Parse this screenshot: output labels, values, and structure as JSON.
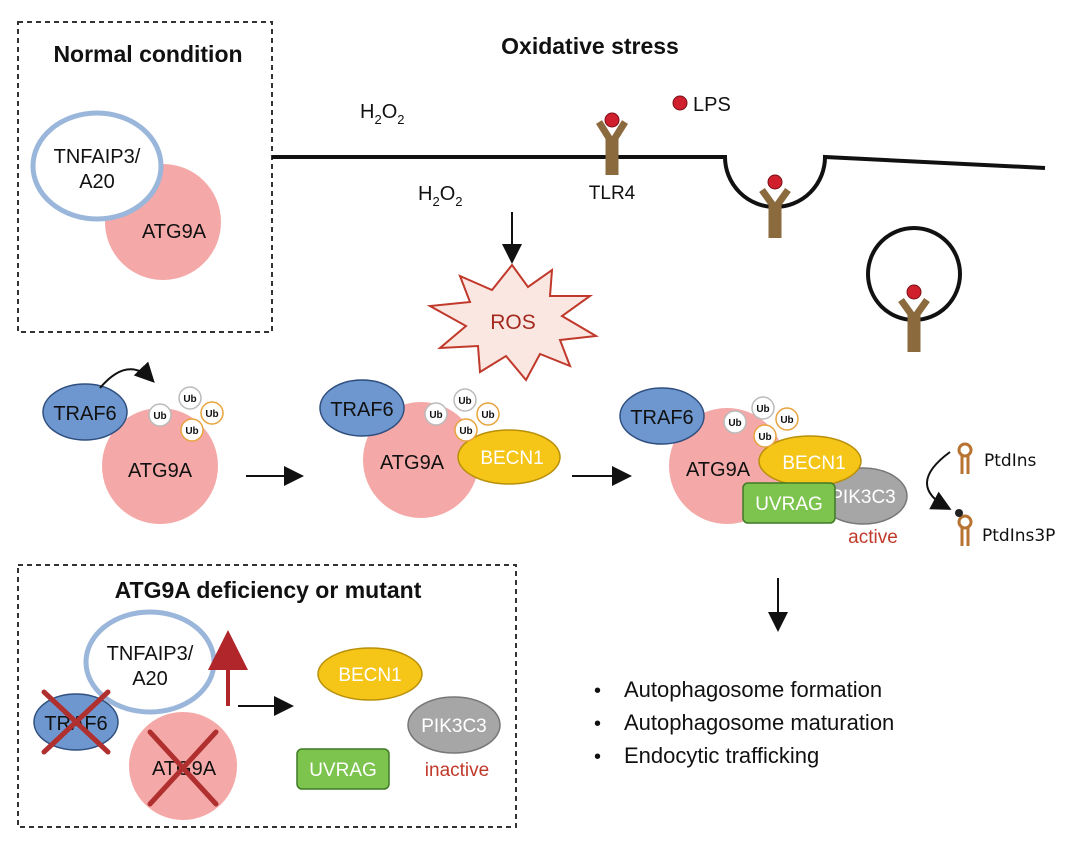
{
  "normal": {
    "title": "Normal condition",
    "tnfaip3_line1": "TNFAIP3/",
    "tnfaip3_line2": "A20",
    "atg9a": "ATG9A"
  },
  "stress": {
    "title": "Oxidative stress",
    "h2o2_main": "H",
    "h2o2_sub1": "2",
    "h2o2_o": "O",
    "h2o2_sub2": "2",
    "lps": "LPS",
    "tlr4": "TLR4",
    "ros": "ROS"
  },
  "pathway": {
    "traf6": "TRAF6",
    "atg9a": "ATG9A",
    "ub": "Ub",
    "becn1": "BECN1",
    "uvrag": "UVRAG",
    "pik3c3": "PIK3C3",
    "active": "active",
    "ptdins": "PtdIns",
    "ptdins3p": "PtdIns3P"
  },
  "deficiency": {
    "title": "ATG9A deficiency or mutant",
    "tnfaip3_line1": "TNFAIP3/",
    "tnfaip3_line2": "A20",
    "traf6": "TRAF6",
    "atg9a": "ATG9A",
    "becn1": "BECN1",
    "pik3c3": "PIK3C3",
    "uvrag": "UVRAG",
    "inactive": "inactive"
  },
  "outcomes": [
    "Autophagosome formation",
    "Autophagosome maturation",
    "Endocytic trafficking"
  ],
  "colors": {
    "atg9a": "#f4a9a8",
    "traf6": "#6f97cf",
    "becn1": "#f5c518",
    "uvrag": "#7dc44f",
    "pik3c3": "#a6a6a6",
    "tlr4": "#8b6a3e",
    "lps": "#d0202e",
    "active": "#c0392b",
    "cross": "#b03030"
  }
}
